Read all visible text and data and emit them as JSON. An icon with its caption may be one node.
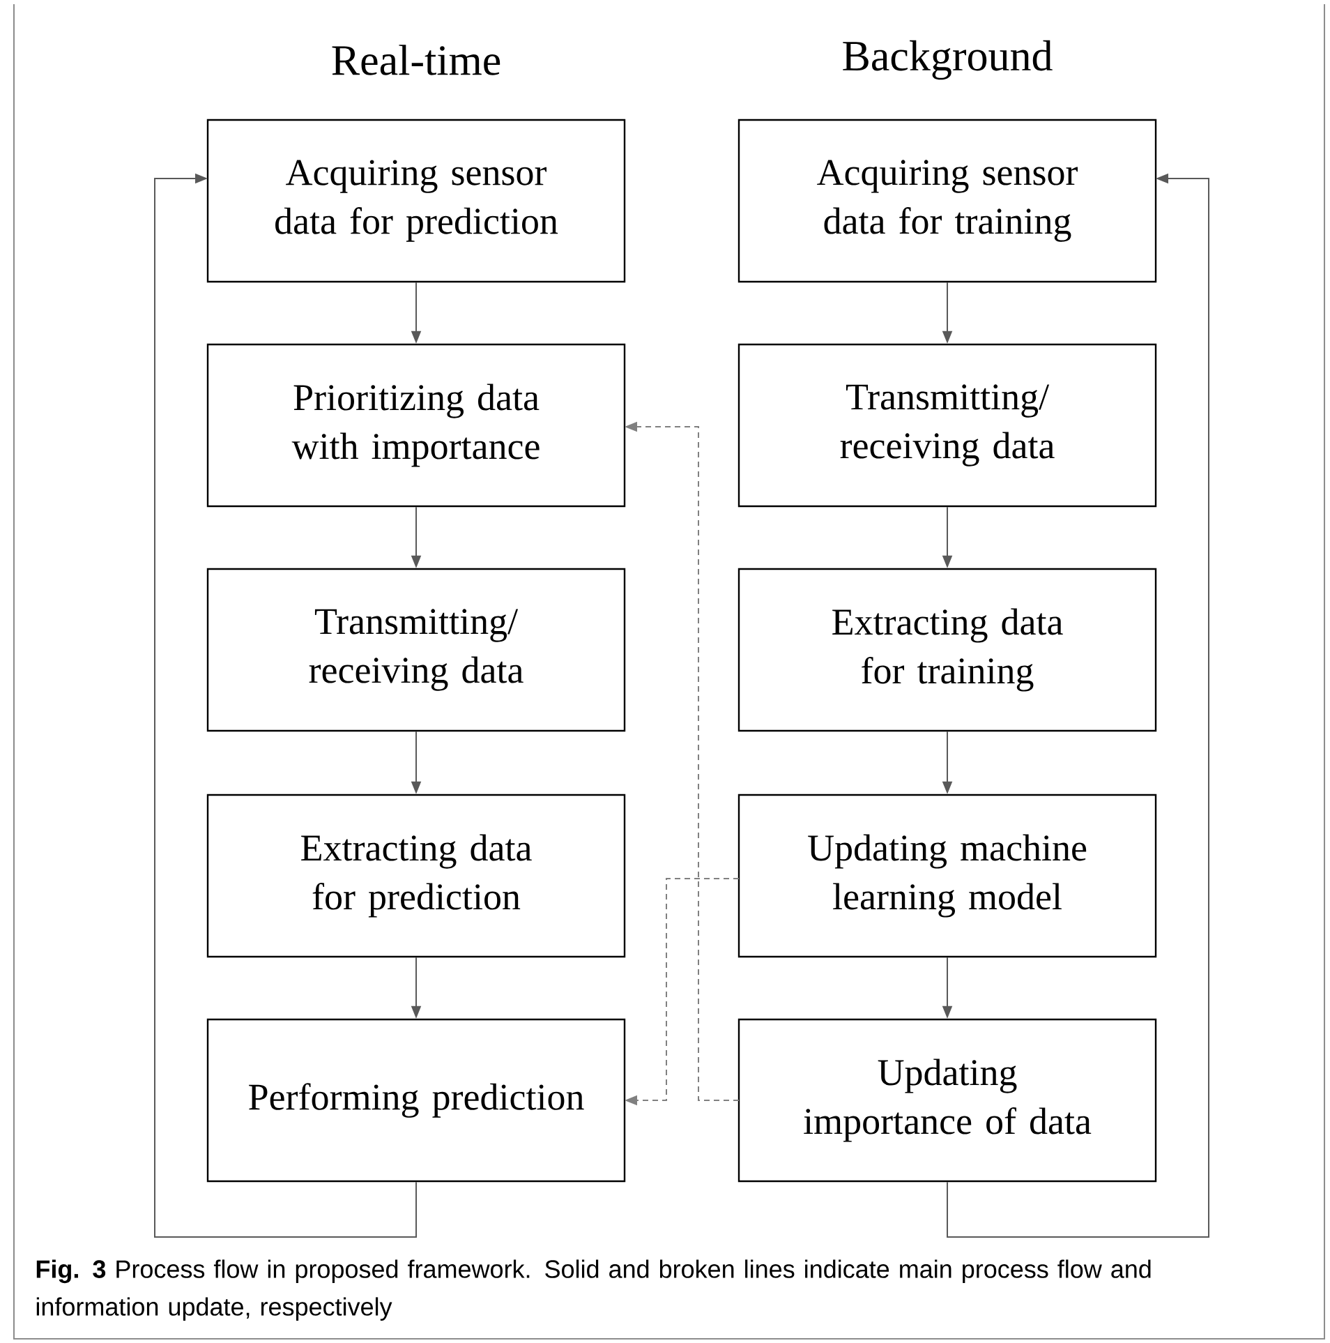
{
  "diagram": {
    "caption": "**Fig. 3** Process flow in proposed framework. Solid and broken lines indicate main process flow and information update, respectively",
    "nodes": [
      {
        "text": [
          "Acquiring sensor data for prediction"
        ]
      },
      {
        "text": [
          "Prioritizing data with importance"
        ]
      },
      {
        "text": [
          "Transmitting/ receiving data"
        ]
      },
      {
        "text": [
          "Extracting data for prediction"
        ]
      },
      {
        "text": [
          "Performing prediction"
        ]
      },
      {
        "text": [
          "Acquiring sensor data for training"
        ]
      },
      {
        "text": [
          "Transmitting/ receiving data"
        ]
      },
      {
        "text": [
          "Extracting data for training"
        ]
      },
      {
        "text": [
          "Updating machine learning model"
        ]
      },
      {
        "text": [
          "Updating importance of data"
        ]
      }
    ],
    "edges": [
      {
        "from": 0,
        "to": 1,
        "arrow": "to"
      },
      {
        "from": 1,
        "to": 2,
        "arrow": "to"
      },
      {
        "from": 2,
        "to": 3,
        "arrow": "to"
      },
      {
        "from": 3,
        "to": 4,
        "arrow": "to"
      },
      {
        "from": 4,
        "to": 0,
        "arrow": "to"
      },
      {
        "from": 5,
        "to": 6,
        "arrow": "to"
      },
      {
        "from": 6,
        "to": 7,
        "arrow": "to"
      },
      {
        "from": 7,
        "to": 8,
        "arrow": "to"
      },
      {
        "from": 8,
        "to": 9,
        "arrow": "to"
      },
      {
        "from": 9,
        "to": 5,
        "arrow": "to"
      },
      {
        "from": 9,
        "to": 1,
        "arrow": "to",
        "style": "dashed"
      },
      {
        "from": 8,
        "to": 4,
        "arrow": "to",
        "style": "dashed"
      }
    ],
    "labels": [
      "Real-time",
      "Background"
    ]
  }
}
